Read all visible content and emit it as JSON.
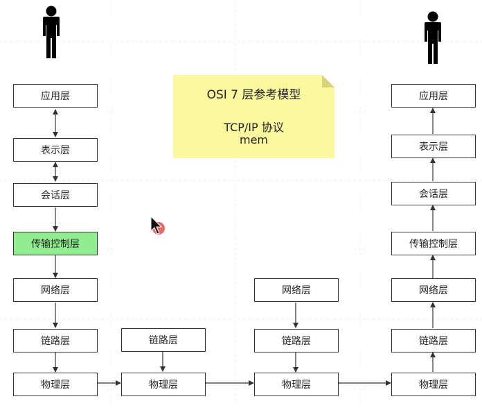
{
  "left_stack": {
    "application": "应用层",
    "presentation": "表示层",
    "session": "会话层",
    "transport": "传输控制层",
    "network": "网络层",
    "link": "链路层",
    "physical": "物理层"
  },
  "relay1": {
    "link": "链路层",
    "physical": "物理层"
  },
  "relay2": {
    "network": "网络层",
    "link": "链路层",
    "physical": "物理层"
  },
  "right_stack": {
    "application": "应用层",
    "presentation": "表示层",
    "session": "会话层",
    "transport": "传输控制层",
    "network": "网络层",
    "link": "链路层",
    "physical": "物理层"
  },
  "note": {
    "line1": "OSI  7 层参考模型",
    "line2": "TCP/IP  协议",
    "line3": "mem"
  },
  "colors": {
    "highlight": "#90ee90",
    "note": "#fbf8a0",
    "border": "#333333"
  },
  "icons": [
    "person-icon",
    "mouse-cursor-icon"
  ]
}
